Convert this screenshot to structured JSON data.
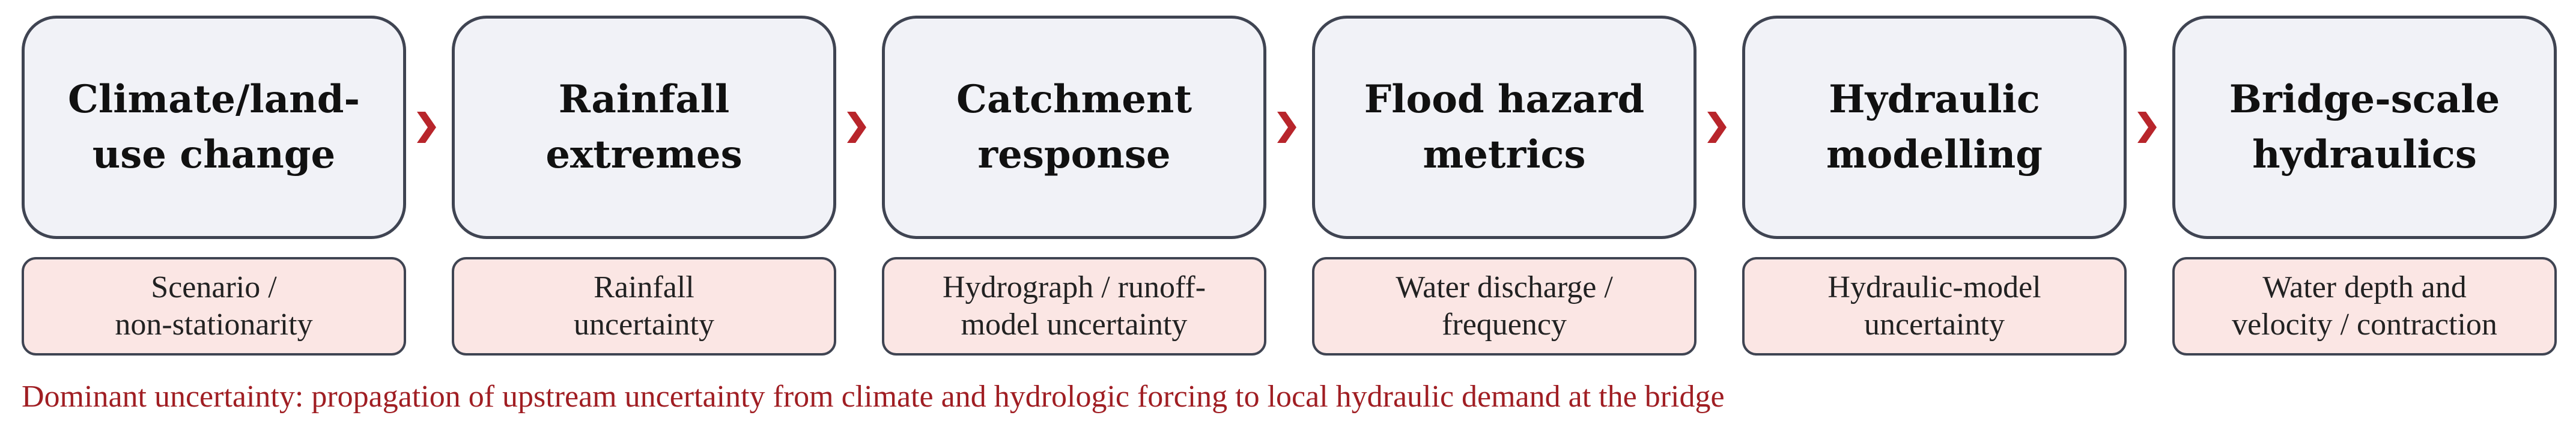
{
  "colors": {
    "stage_fill": "#f1f2f7",
    "stage_border": "#3f4452",
    "uncertainty_fill": "#fbe6e4",
    "chevron": "#b8252b",
    "caption": "#a01e23"
  },
  "stages": [
    {
      "title_line1": "Climate/land-",
      "title_line2": "use change",
      "unc_line1": "Scenario /",
      "unc_line2": "non-stationarity"
    },
    {
      "title_line1": "Rainfall",
      "title_line2": "extremes",
      "unc_line1": "Rainfall",
      "unc_line2": "uncertainty"
    },
    {
      "title_line1": "Catchment",
      "title_line2": "response",
      "unc_line1": "Hydrograph / runoff-",
      "unc_line2": "model uncertainty"
    },
    {
      "title_line1": "Flood hazard",
      "title_line2": "metrics",
      "unc_line1": "Water discharge /",
      "unc_line2": "frequency"
    },
    {
      "title_line1": "Hydraulic",
      "title_line2": "modelling",
      "unc_line1": "Hydraulic-model",
      "unc_line2": "uncertainty"
    },
    {
      "title_line1": "Bridge-scale",
      "title_line2": "hydraulics",
      "unc_line1": "Water depth and",
      "unc_line2": "velocity / contraction"
    }
  ],
  "connectors": [
    "chevron-right-icon",
    "chevron-right-icon",
    "chevron-right-icon",
    "chevron-right-icon",
    "chevron-right-icon"
  ],
  "caption": "Dominant uncertainty: propagation of upstream uncertainty from climate and hydrologic forcing to local hydraulic demand at the bridge"
}
